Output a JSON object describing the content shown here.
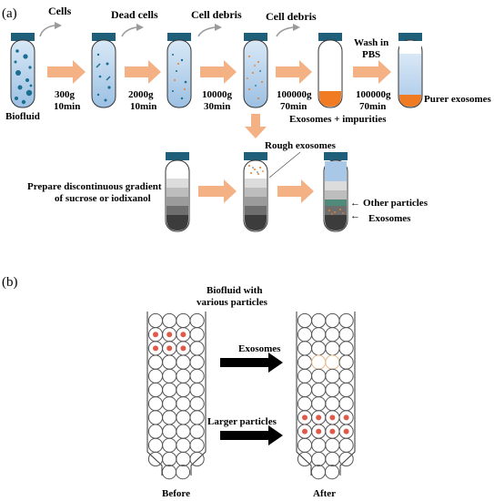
{
  "panel_a": {
    "label": "(a)",
    "waste_labels": [
      "Cells",
      "Dead cells",
      "Cell debris",
      "Cell debris"
    ],
    "spin_speeds": [
      "300g",
      "2000g",
      "10000g",
      "100000g",
      "100000g"
    ],
    "spin_times": [
      "10min",
      "10min",
      "30min",
      "70min",
      "70min"
    ],
    "wash_label_1": "Wash in",
    "wash_label_2": "PBS",
    "biofluid_label": "Biofluid",
    "pellet_label": "Exosomes + impurities",
    "purer_label": "Purer exosomes",
    "rough_label": "Rough exosomes",
    "gradient_label_1": "Prepare discontinuous gradient",
    "gradient_label_2": "of sucrose or iodixanol",
    "other_particles_label": "Other particles",
    "exosomes_label": "Exosomes",
    "colors": {
      "cap": "#1f5f7a",
      "arrow": "#f4b183",
      "pellet": "#f07b22",
      "fluid": "#bcd7ef",
      "gray_arrow": "#9a9a9a"
    }
  },
  "panel_b": {
    "label": "(b)",
    "biofluid_label_1": "Biofluid with",
    "biofluid_label_2": "various particles",
    "exosomes_label": "Exosomes",
    "larger_label": "Larger particles",
    "before_label": "Before",
    "after_label": "After",
    "colors": {
      "bead": "#555555",
      "particle": "#e05a4a",
      "exosome": "#e8b98a"
    }
  }
}
